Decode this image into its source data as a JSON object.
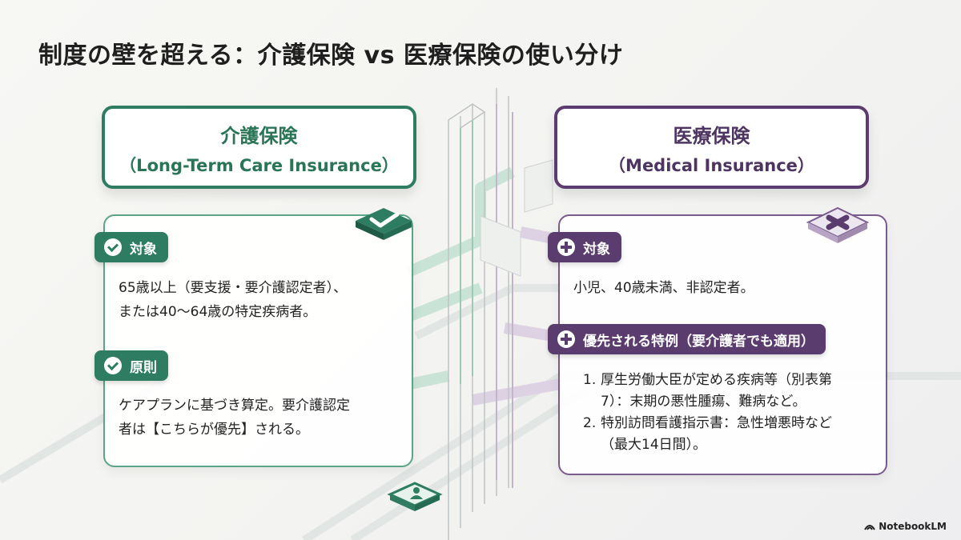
{
  "title": "制度の壁を超える：介護保険 vs 医療保険の使い分け",
  "left": {
    "header_jp": "介護保険",
    "header_en": "（Long-Term Care Insurance）",
    "accent": "#2e7d62",
    "header_icon": "check-icon",
    "sections": [
      {
        "label": "対象",
        "icon": "check-circle-icon",
        "lines": [
          "65歳以上（要支援・要介護認定者）、",
          "または40〜64歳の特定疾病者。"
        ]
      },
      {
        "label": "原則",
        "icon": "check-circle-icon",
        "lines": [
          "ケアプランに基づき算定。要介護認定",
          "者は【こちらが優先】される。"
        ]
      }
    ],
    "footer_icon": "person-icon"
  },
  "right": {
    "header_jp": "医療保険",
    "header_en": "（Medical Insurance）",
    "accent": "#5b3c6f",
    "header_icon": "cross-icon",
    "sections": [
      {
        "label": "対象",
        "icon": "plus-circle-icon",
        "lines": [
          "小児、40歳未満、非認定者。"
        ]
      },
      {
        "label": "優先される特例（要介護者でも適用）",
        "icon": "plus-circle-icon",
        "items": [
          {
            "num": "1.",
            "lines": [
              "厚生労働大臣が定める疾病等（別表第",
              "7）：末期の悪性腫瘍、難病など。"
            ]
          },
          {
            "num": "2.",
            "lines": [
              "特別訪問看護指示書：急性増悪時など",
              "（最大14日間）。"
            ]
          }
        ]
      }
    ]
  },
  "brand": "NotebookLM",
  "brand_icon": "notebooklm-logo-icon"
}
